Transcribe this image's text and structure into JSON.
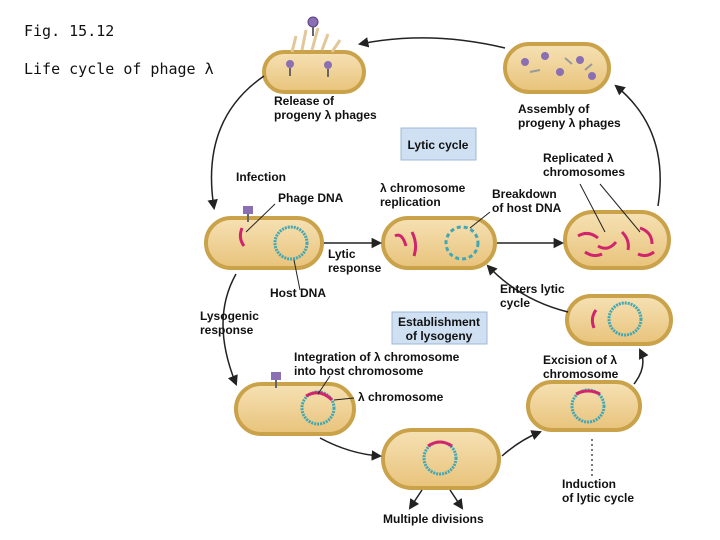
{
  "figure": {
    "number": "Fig. 15.12",
    "caption": "Life cycle of phage λ"
  },
  "boxes": {
    "lytic": "Lytic cycle",
    "lysogeny_line1": "Establishment",
    "lysogeny_line2": "of lysogeny"
  },
  "labels": {
    "release_1": "Release of",
    "release_2": "progeny λ phages",
    "assembly_1": "Assembly of",
    "assembly_2": "progeny λ phages",
    "infection": "Infection",
    "phage_dna": "Phage DNA",
    "chrom_repl_1": "λ chromosome",
    "chrom_repl_2": "replication",
    "breakdown_1": "Breakdown",
    "breakdown_2": "of host DNA",
    "replicated_1": "Replicated λ",
    "replicated_2": "chromosomes",
    "lytic_resp_1": "Lytic",
    "lytic_resp_2": "response",
    "host_dna": "Host DNA",
    "enters_1": "Enters lytic",
    "enters_2": "cycle",
    "lysogenic_1": "Lysogenic",
    "lysogenic_2": "response",
    "integration_1": "Integration of λ chromosome",
    "integration_2": "into host chromosome",
    "excision_1": "Excision of λ",
    "excision_2": "chromosome",
    "lambda_chrom": "λ chromosome",
    "induction_1": "Induction",
    "induction_2": "of lytic cycle",
    "multiple": "Multiple divisions"
  },
  "colors": {
    "cell_fill": "#f2d49a",
    "cell_rim": "#c9a24a",
    "dna_host": "#3fa7b5",
    "dna_phage": "#d0246c",
    "phage_head": "#8a6fb3",
    "box_fill": "#cfe0f3",
    "arrow": "#222222"
  }
}
